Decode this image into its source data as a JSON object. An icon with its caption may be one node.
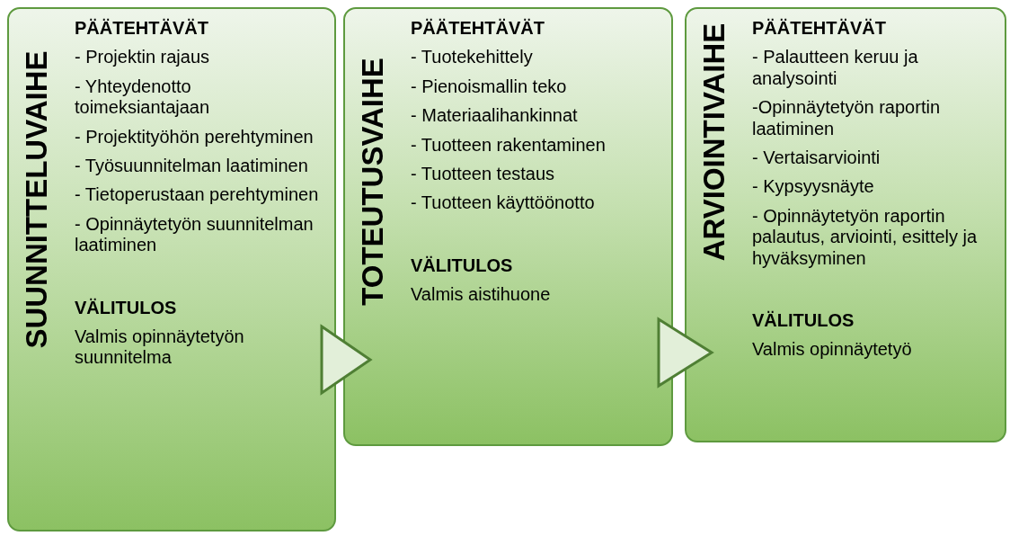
{
  "diagram": {
    "nodes": [
      {
        "text": [
          "SUUNNITTELUVAIHE",
          "PÄÄTEHTÄVÄT",
          "- Projektin rajaus",
          "- Yhteydenotto toimeksiantajaan",
          "- Projektityöhön perehtyminen",
          "- Työsuunnitelman laatiminen",
          "- Tietoperustaan perehtyminen",
          "- Opinnäytetyön suunnitelman laatiminen",
          "VÄLITULOS",
          "Valmis opinnäytetyön suunnitelma"
        ]
      },
      {
        "text": [
          "TOTEUTUSVAIHE",
          "PÄÄTEHTÄVÄT",
          "- Tuotekehittely",
          "- Pienoismallin teko",
          "- Materiaalihankinnat",
          "- Tuotteen rakentaminen",
          "- Tuotteen testaus",
          "- Tuotteen käyttöönotto",
          "VÄLITULOS",
          "Valmis aistihuone"
        ]
      },
      {
        "text": [
          "ARVIOINTIVAIHE",
          "PÄÄTEHTÄVÄT",
          "- Palautteen keruu ja analysointi",
          "-Opinnäytetyön raportin laatiminen",
          "- Vertaisarviointi",
          "- Kypsyysnäyte",
          "- Opinnäytetyön raportin palautus, arviointi, esittely ja hyväksyminen",
          "VÄLITULOS",
          "Valmis opinnäytetyö"
        ]
      }
    ],
    "edges": [
      {
        "from": 0,
        "to": 1,
        "arrow": "to"
      },
      {
        "from": 1,
        "to": 2,
        "arrow": "to"
      }
    ]
  }
}
